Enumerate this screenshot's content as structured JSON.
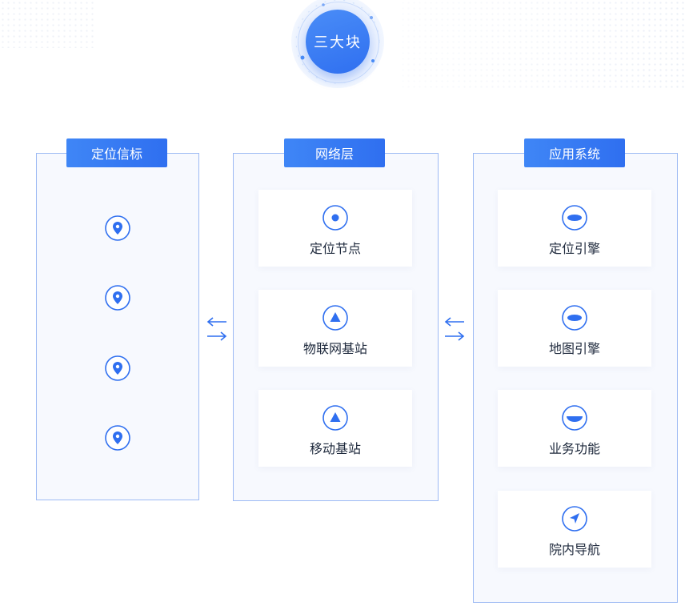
{
  "badge": {
    "label": "三大块"
  },
  "columns": [
    {
      "title": "定位信标",
      "beacons": 4
    },
    {
      "title": "网络层",
      "items": [
        {
          "label": "定位节点",
          "icon": "dot-circle-icon"
        },
        {
          "label": "物联网基站",
          "icon": "triangle-circle-icon"
        },
        {
          "label": "移动基站",
          "icon": "triangle-circle-icon"
        }
      ]
    },
    {
      "title": "应用系统",
      "items": [
        {
          "label": "定位引擎",
          "icon": "ellipse-circle-icon"
        },
        {
          "label": "地图引擎",
          "icon": "ellipse-circle-icon"
        },
        {
          "label": "业务功能",
          "icon": "half-disc-circle-icon"
        },
        {
          "label": "院内导航",
          "icon": "navigation-arrow-icon"
        }
      ]
    }
  ],
  "colors": {
    "primary": "#2f6ff0",
    "column_border": "#9dbaf4",
    "column_bg": "#f7f9fe",
    "text": "#1f2a3d"
  }
}
